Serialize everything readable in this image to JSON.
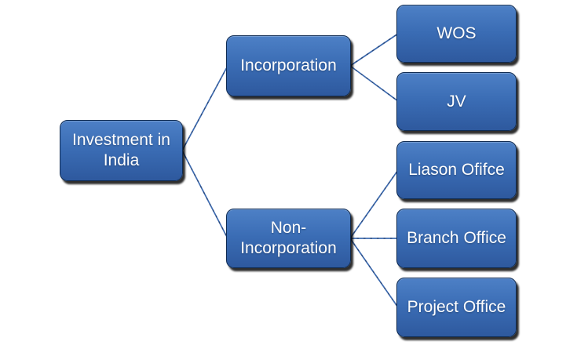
{
  "nodes": {
    "root": {
      "label": "Investment in India"
    },
    "incorporation": {
      "label": "Incorporation"
    },
    "non_incorporation": {
      "label": "Non-Incorporation"
    },
    "wos": {
      "label": "WOS"
    },
    "jv": {
      "label": "JV"
    },
    "liason_office": {
      "label": "Liason Ofifce"
    },
    "branch_office": {
      "label": "Branch Office"
    },
    "project_office": {
      "label": "Project Office"
    }
  },
  "edges": [
    {
      "from": "root",
      "to": "incorporation"
    },
    {
      "from": "root",
      "to": "non_incorporation"
    },
    {
      "from": "incorporation",
      "to": "wos"
    },
    {
      "from": "incorporation",
      "to": "jv"
    },
    {
      "from": "non_incorporation",
      "to": "liason_office"
    },
    {
      "from": "non_incorporation",
      "to": "branch_office"
    },
    {
      "from": "non_incorporation",
      "to": "project_office"
    }
  ],
  "colors": {
    "box_gradient_top": "#4d80c6",
    "box_gradient_mid": "#3a6cb4",
    "box_gradient_bottom": "#2e599e",
    "box_border": "#0f2b52",
    "connector": "#3e6bb0",
    "connector_dash": "#16243f",
    "text": "#ffffff",
    "background": "#ffffff"
  }
}
